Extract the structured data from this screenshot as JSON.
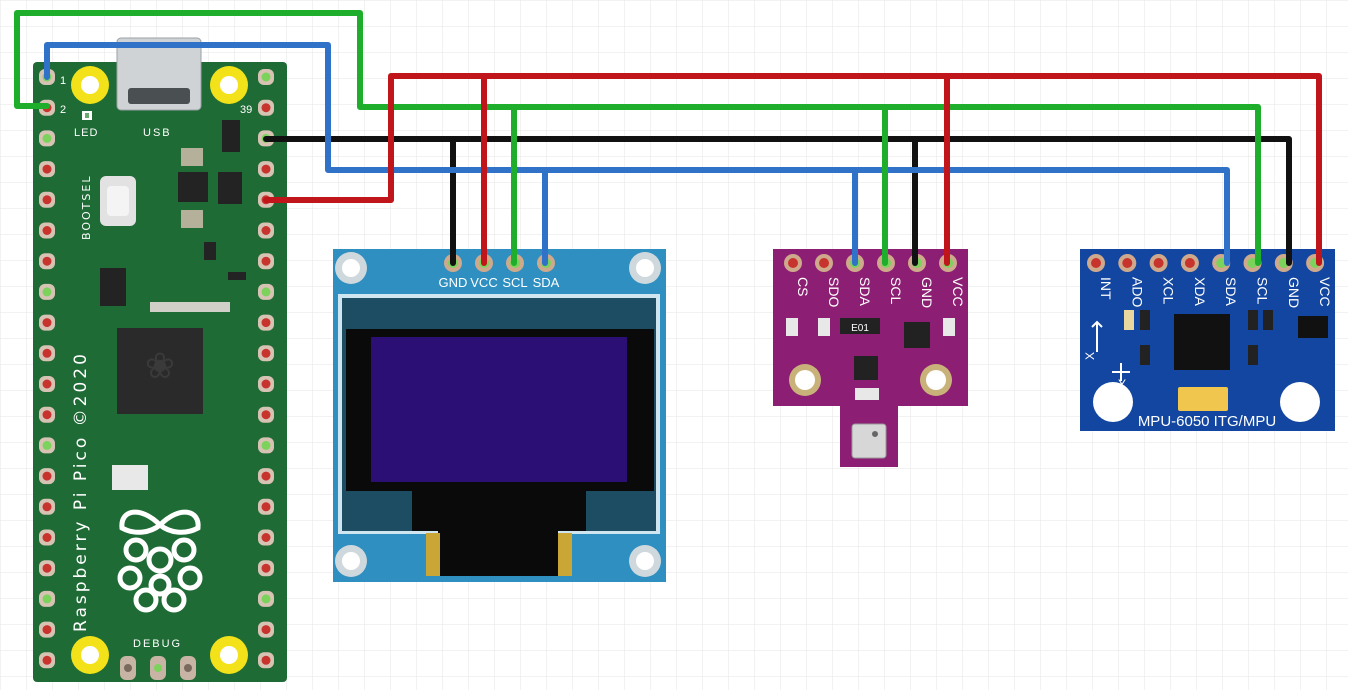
{
  "pico": {
    "pin1_label": "1",
    "pin2_label": "2",
    "pin39_label": "39",
    "led_label": "LED",
    "usb_label": "USB",
    "bootsel_label": "BOOTSEL",
    "brand_label": "Raspberry Pi Pico ©2020",
    "debug_label": "DEBUG",
    "board_color": "#1f6b35"
  },
  "oled": {
    "pins": [
      "GND",
      "VCC",
      "SCL",
      "SDA"
    ],
    "board_color": "#2f8fc0",
    "screen_color": "#2b0f74"
  },
  "bmp": {
    "pins": [
      "CS",
      "SDO",
      "SDA",
      "SCL",
      "GND",
      "VCC"
    ],
    "chip_label": "E01",
    "board_color": "#8c1f73"
  },
  "mpu": {
    "pins": [
      "INT",
      "ADO",
      "XCL",
      "XDA",
      "SDA",
      "SCL",
      "GND",
      "VCC"
    ],
    "label": "MPU-6050 ITG/MPU",
    "axis_x": "X",
    "axis_y": "Y",
    "board_color": "#1246a0"
  },
  "wires": {
    "vcc_color": "#c0151a",
    "gnd_color": "#111111",
    "scl_color": "#1fae2c",
    "sda_color": "#2f72c8"
  }
}
